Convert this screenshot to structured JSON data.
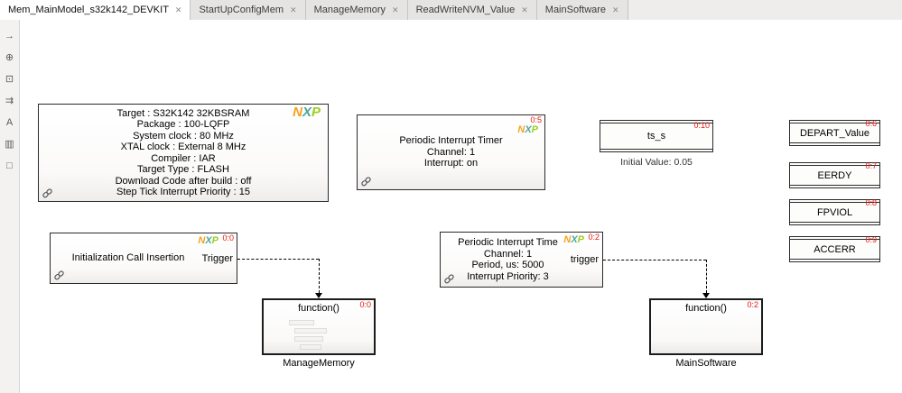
{
  "icons": {
    "close": "✕"
  },
  "colors": {
    "badge_red": "#e8160c",
    "nxp_n": "#f5a21c",
    "nxp_x": "#46a8a0",
    "nxp_p": "#9ccc21"
  },
  "brand": {
    "n": "N",
    "x": "X",
    "p": "P"
  },
  "tabs": {
    "items": [
      {
        "label": "Mem_MainModel_s32k142_DEVKIT",
        "active": true
      },
      {
        "label": "StartUpConfigMem",
        "active": false
      },
      {
        "label": "ManageMemory",
        "active": false
      },
      {
        "label": "ReadWriteNVM_Value",
        "active": false
      },
      {
        "label": "MainSoftware",
        "active": false
      }
    ]
  },
  "palette": {
    "icons": [
      {
        "name": "forward-arrow-icon",
        "glyph": "→"
      },
      {
        "name": "zoom-icon",
        "glyph": "⊕"
      },
      {
        "name": "fit-to-view-icon",
        "glyph": "⊡"
      },
      {
        "name": "double-arrow-icon",
        "glyph": "⇉"
      },
      {
        "name": "annotation-icon",
        "glyph": "A"
      },
      {
        "name": "chart-icon",
        "glyph": "▥"
      },
      {
        "name": "checkbox-icon",
        "glyph": "□"
      }
    ]
  },
  "blocks": {
    "config": {
      "lines": [
        "Target : S32K142 32KBSRAM",
        "Package : 100-LQFP",
        "System clock : 80 MHz",
        "XTAL clock : External 8 MHz",
        "Compiler : IAR",
        "Target Type : FLASH",
        "Download Code after build : off",
        "Step Tick Interrupt Priority : 15"
      ]
    },
    "pit1": {
      "badge": "0:5",
      "lines": [
        "Periodic Interrupt Timer",
        "Channel: 1",
        "Interrupt: on"
      ]
    },
    "ts": {
      "badge": "0:10",
      "label": "ts_s",
      "caption": "Initial Value: 0.05"
    },
    "stores": [
      {
        "label": "DEPART_Value",
        "badge": "0:6"
      },
      {
        "label": "EERDY",
        "badge": "0:7"
      },
      {
        "label": "FPVIOL",
        "badge": "0:8"
      },
      {
        "label": "ACCERR",
        "badge": "0:9"
      }
    ],
    "init": {
      "badge": "0:0",
      "label": "Initialization Call Insertion",
      "port": "Trigger"
    },
    "pit2": {
      "badge": "0:2",
      "lines": [
        "Periodic Interrupt Time",
        "Channel: 1",
        "Period, us: 5000",
        "Interrupt Priority: 3"
      ],
      "port": "trigger"
    },
    "func1": {
      "badge": "0:0",
      "label": "function()",
      "caption": "ManageMemory"
    },
    "func2": {
      "badge": "0:2",
      "label": "function()",
      "caption": "MainSoftware"
    }
  }
}
